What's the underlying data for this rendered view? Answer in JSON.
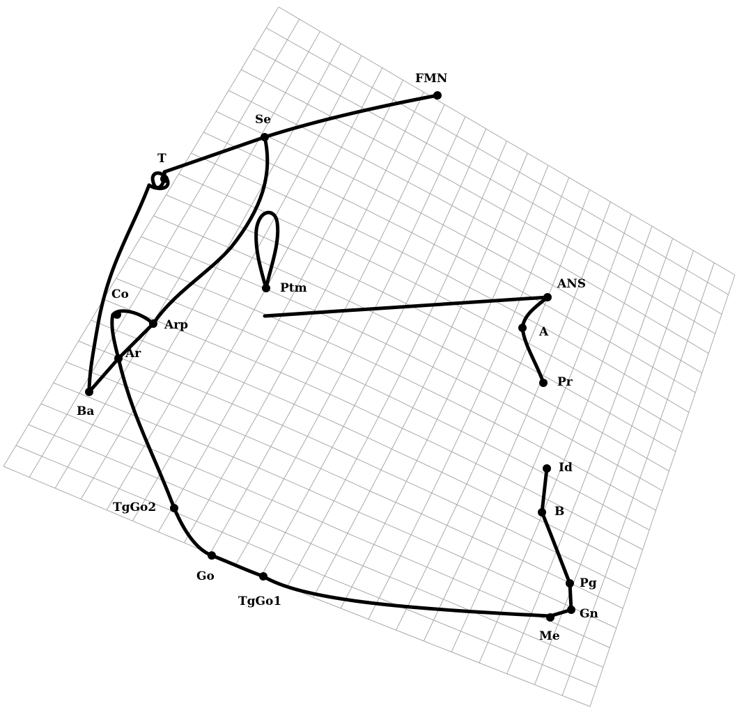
{
  "landmarks": [
    {
      "id": "fmn",
      "label": "FMN"
    },
    {
      "id": "se",
      "label": "Se"
    },
    {
      "id": "t",
      "label": "T"
    },
    {
      "id": "ptm",
      "label": "Ptm"
    },
    {
      "id": "ans",
      "label": "ANS"
    },
    {
      "id": "a",
      "label": "A"
    },
    {
      "id": "pr",
      "label": "Pr"
    },
    {
      "id": "co",
      "label": "Co"
    },
    {
      "id": "arp",
      "label": "Arp"
    },
    {
      "id": "ar",
      "label": "Ar"
    },
    {
      "id": "ba",
      "label": "Ba"
    },
    {
      "id": "id",
      "label": "Id"
    },
    {
      "id": "b",
      "label": "B"
    },
    {
      "id": "tggo2",
      "label": "TgGo2"
    },
    {
      "id": "go",
      "label": "Go"
    },
    {
      "id": "tggo1",
      "label": "TgGo1"
    },
    {
      "id": "pg",
      "label": "Pg"
    },
    {
      "id": "gn",
      "label": "Gn"
    },
    {
      "id": "me",
      "label": "Me"
    }
  ]
}
